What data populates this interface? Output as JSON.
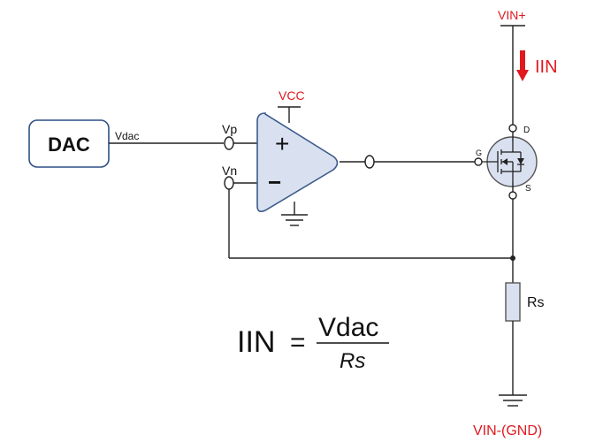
{
  "blocks": {
    "dac": "DAC"
  },
  "labels": {
    "vdac": "Vdac",
    "vp": "Vp",
    "vn": "Vn",
    "vcc": "VCC",
    "vin_plus": "VIN+",
    "iin": "IIN",
    "drain": "D",
    "gate": "G",
    "source": "S",
    "rs": "Rs",
    "vin_minus": "VIN-(GND)",
    "opamp_plus": "+",
    "opamp_minus": "−"
  },
  "formula": {
    "lhs": "IIN",
    "equals": "=",
    "numerator": "Vdac",
    "denominator": "Rs"
  },
  "colors": {
    "accent_red": "#e0191f",
    "opamp_fill": "#d9e1f0",
    "opamp_stroke": "#3c5a8a",
    "block_stroke": "#2f4f86",
    "transistor_fill": "#d9e1f0"
  }
}
